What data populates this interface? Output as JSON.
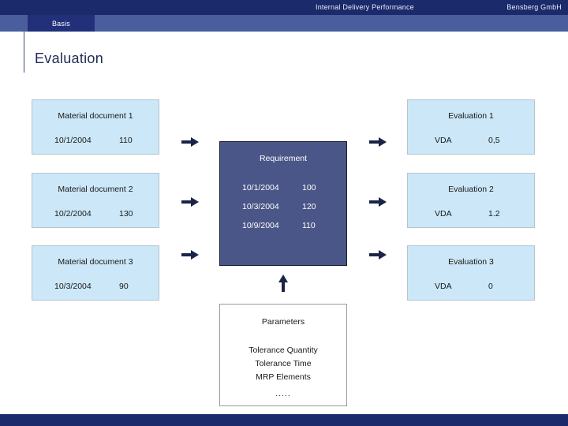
{
  "header": {
    "title": "Internal Delivery Performance",
    "company": "Bensberg GmbH",
    "tab_basis": "Basis"
  },
  "page": {
    "title": "Evaluation"
  },
  "material_documents": [
    {
      "heading": "Material document 1",
      "date": "10/1/2004",
      "quantity": "110"
    },
    {
      "heading": "Material document 2",
      "date": "10/2/2004",
      "quantity": "130"
    },
    {
      "heading": "Material document 3",
      "date": "10/3/2004",
      "quantity": "90"
    }
  ],
  "requirement": {
    "heading": "Requirement",
    "rows": [
      {
        "date": "10/1/2004",
        "quantity": "100"
      },
      {
        "date": "10/3/2004",
        "quantity": "120"
      },
      {
        "date": "10/9/2004",
        "quantity": "110"
      }
    ]
  },
  "evaluations": [
    {
      "heading": "Evaluation 1",
      "label": "VDA",
      "value": "0,5"
    },
    {
      "heading": "Evaluation 2",
      "label": "VDA",
      "value": "1.2"
    },
    {
      "heading": "Evaluation 3",
      "label": "VDA",
      "value": "0"
    }
  ],
  "parameters": {
    "heading": "Parameters",
    "items": [
      "Tolerance Quantity",
      "Tolerance Time",
      "MRP Elements"
    ],
    "ellipsis": "....."
  },
  "icons": {
    "arrow_right": "arrow-right-icon",
    "arrow_up": "arrow-up-icon"
  },
  "colors": {
    "header_navy": "#1b2a6b",
    "nav_blue": "#4a5e9e",
    "tab_navy": "#22307a",
    "box_light_blue": "#cbe7f8",
    "requirement_slate": "#4a5687",
    "arrow_navy": "#1b2447",
    "title_navy": "#1f2a55"
  }
}
